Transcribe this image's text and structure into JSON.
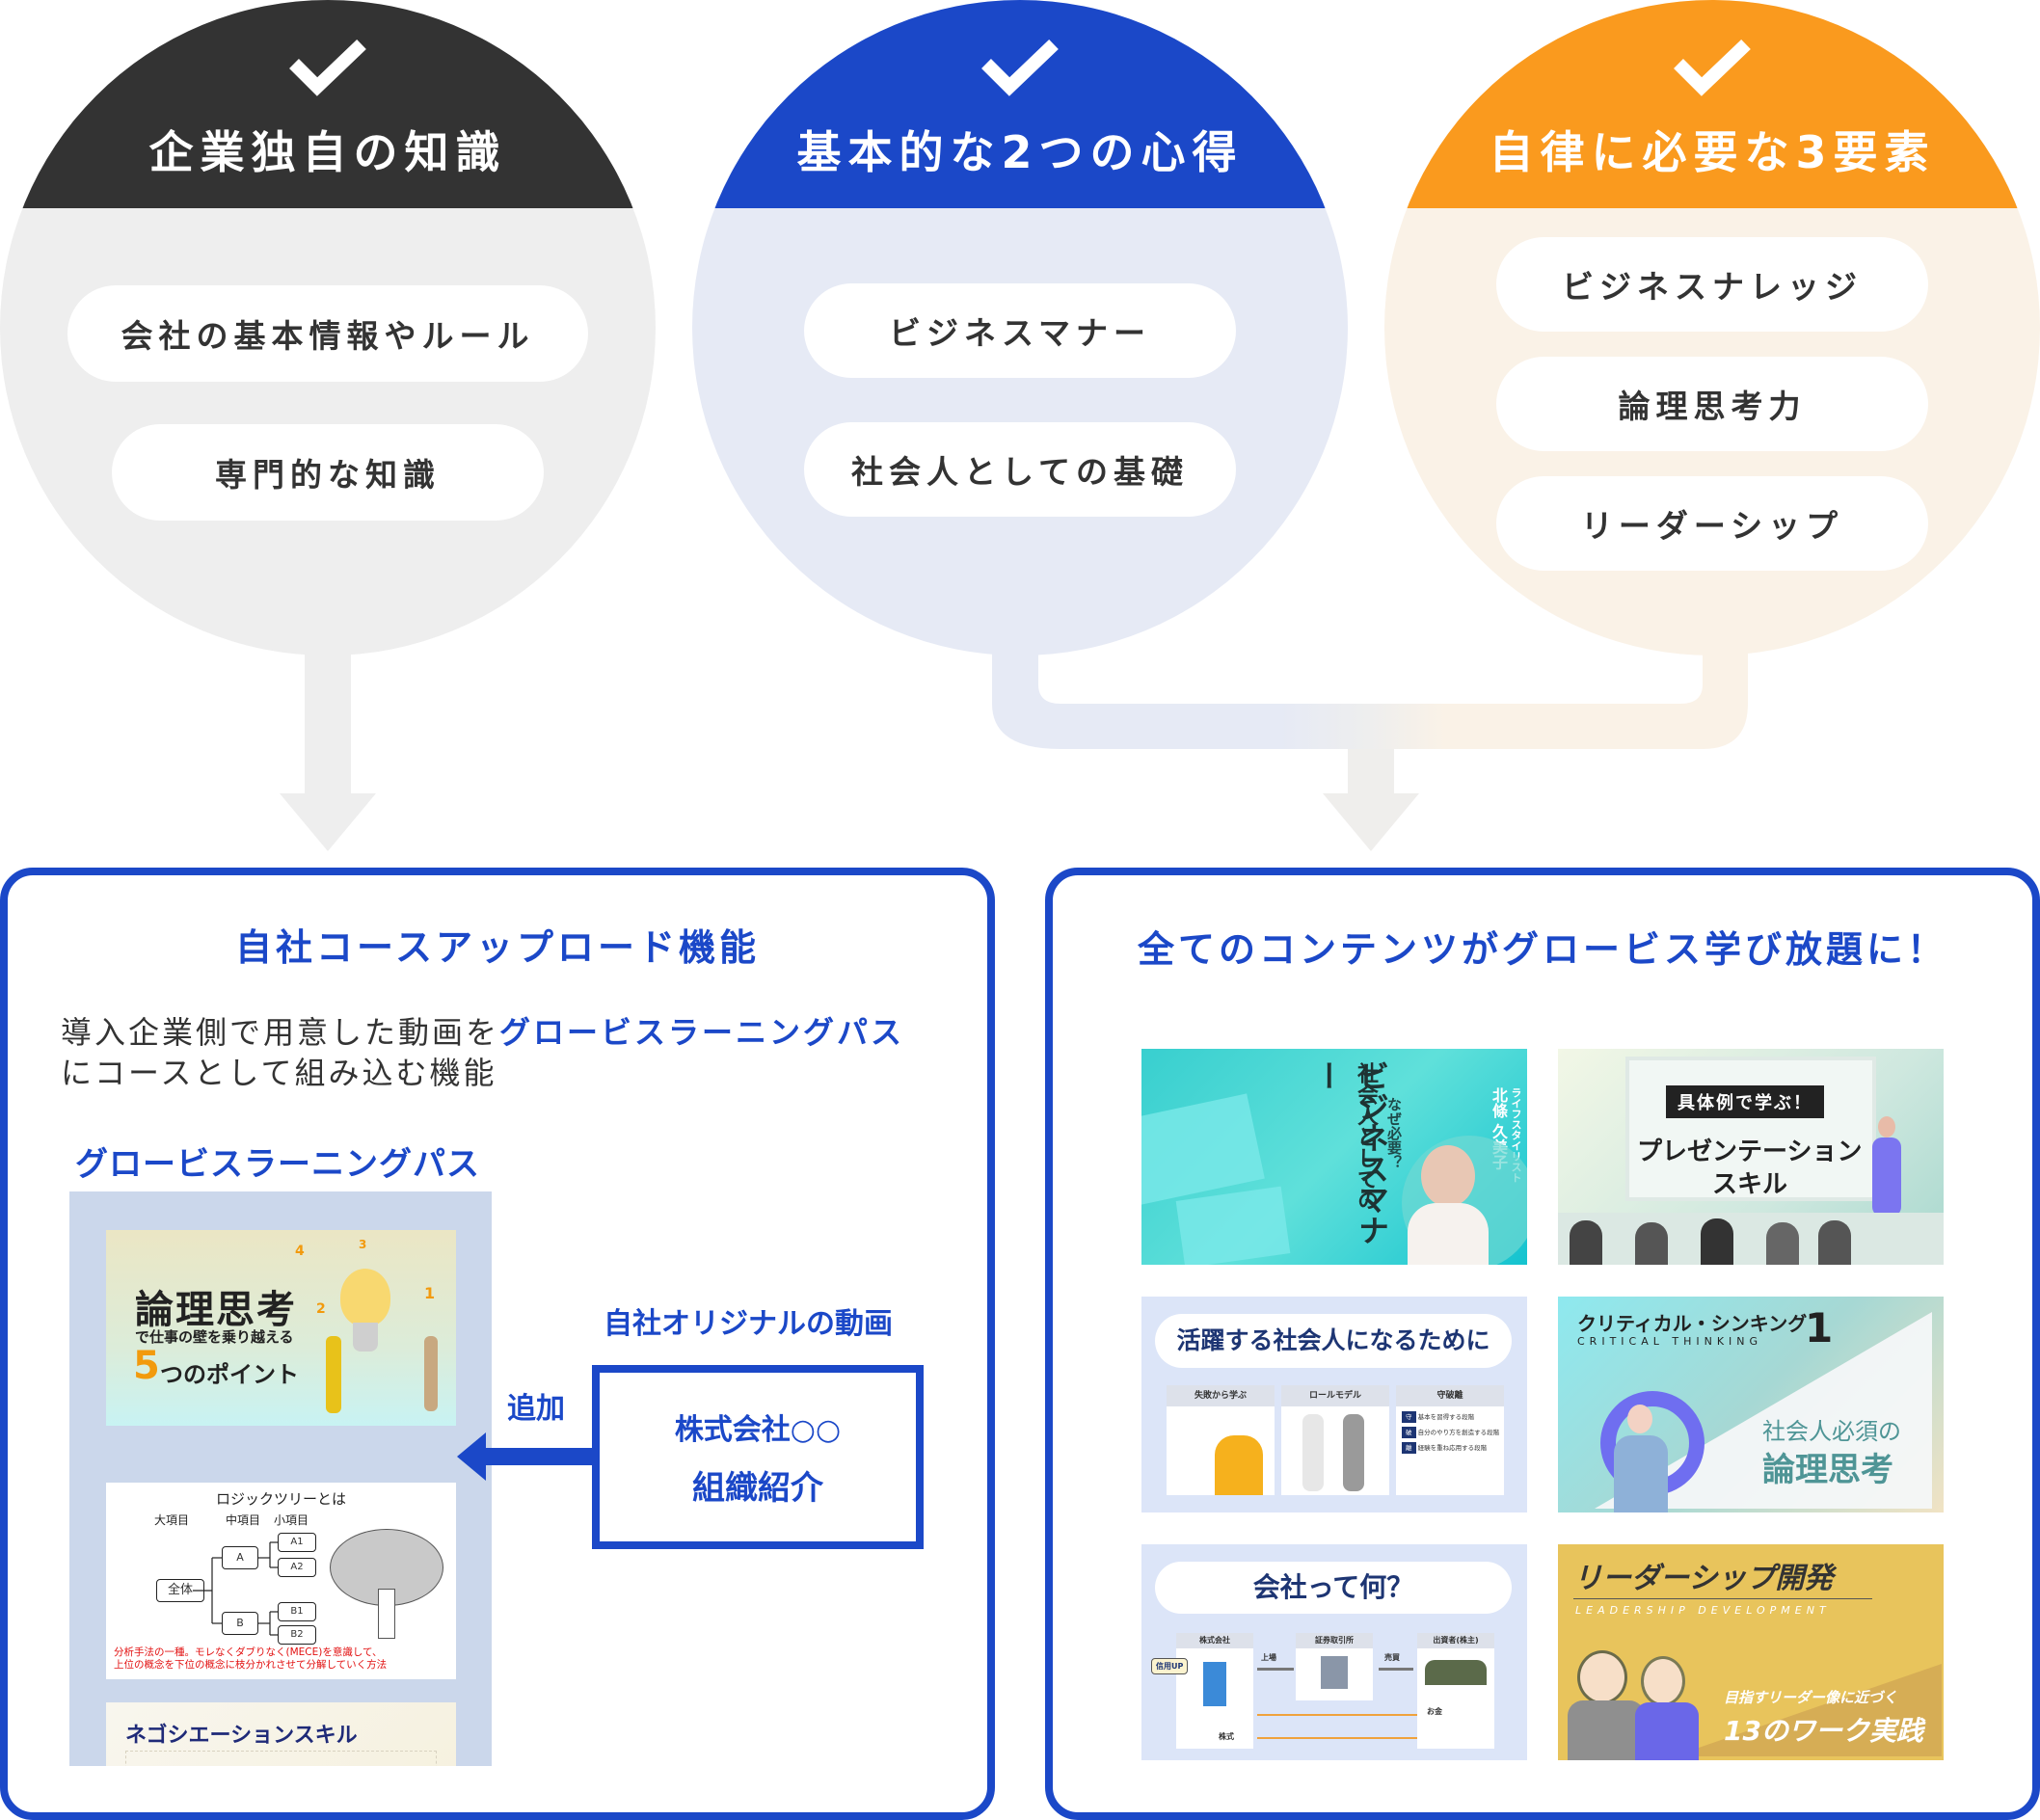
{
  "circles": [
    {
      "title": "企業独自の知識",
      "header_color": "#333333",
      "body_color": "#eeeeee",
      "items": [
        "会社の基本情報やルール",
        "専門的な知識"
      ]
    },
    {
      "title": "基本的な2つの心得",
      "header_color": "#1b48c8",
      "body_color": "#e6eaf5",
      "items": [
        "ビジネスマナー",
        "社会人としての基礎"
      ]
    },
    {
      "title": "自律に必要な3要素",
      "header_color": "#fa9a1e",
      "body_color": "#faf2e7",
      "items": [
        "ビジネスナレッジ",
        "論理思考力",
        "リーダーシップ"
      ]
    }
  ],
  "left_panel": {
    "title": "自社コースアップロード機能",
    "description_part1": "導入企業側で用意した動画を",
    "description_highlight": "グロービスラーニングパス",
    "description_part2": "にコースとして組み込む機能",
    "subheading": "グロービスラーニングパス",
    "thumbnails": [
      {
        "title": "論理思考",
        "subtitle": "で仕事の壁を乗り越える",
        "number": "5",
        "tagline": "つのポイント",
        "badges": [
          "1",
          "2",
          "3",
          "4"
        ]
      },
      {
        "title": "ロジックツリーとは",
        "levels": [
          "大項目",
          "中項目",
          "小項目"
        ],
        "root": "全体",
        "mid": [
          "A",
          "B"
        ],
        "leaves": [
          "A1",
          "A2",
          "B1",
          "B2"
        ],
        "note_line1": "分析手法の一種。モレなくダブりなく(MECE)を意識して、",
        "note_line2": "上位の概念を下位の概念に枝分かれさせて分解していく方法"
      },
      {
        "title": "ネゴシエーションスキル"
      }
    ],
    "add_label": "追加",
    "original_video_label": "自社オリジナルの動画",
    "company_box": {
      "line1": "株式会社○○",
      "line2": "組織紹介"
    }
  },
  "right_panel": {
    "title": "全てのコンテンツがグロービス学び放題に！",
    "thumbnails": [
      {
        "kicker": "なぜ必要？",
        "title_line1": "社会人としての",
        "title_line2": "ビジネスマナー",
        "role": "ライフスタイリスト",
        "name": "北條 久美子"
      },
      {
        "badge": "具体例で学ぶ！",
        "title_line1": "プレゼンテーション",
        "title_line2": "スキル"
      },
      {
        "title": "活躍する社会人になるために",
        "cards": [
          "失敗から学ぶ",
          "ロールモデル",
          "守破離"
        ],
        "steps": [
          {
            "k": "守",
            "t": "基本を習得する段階"
          },
          {
            "k": "破",
            "t": "自分のやり方を創造する段階"
          },
          {
            "k": "離",
            "t": "経験を重ね応用する段階"
          }
        ]
      },
      {
        "title_jp": "クリティカル・シンキング",
        "title_en": "CRITICAL THINKING",
        "number": "1",
        "sub_line1": "社会人必須の",
        "sub_line2": "論理思考"
      },
      {
        "title": "会社って何？",
        "nodes": [
          "株式会社",
          "証券取引所",
          "出資者(株主)"
        ],
        "badge": "信用UP",
        "arrows": [
          "上場",
          "売買"
        ],
        "flows": [
          "お金",
          "株式"
        ]
      },
      {
        "title": "リーダーシップ開発",
        "title_en": "LEADERSHIP DEVELOPMENT",
        "sub_line1": "目指すリーダー像に近づく",
        "sub_line2": "13のワーク実践"
      }
    ]
  },
  "colors": {
    "accent_blue": "#1b48c8",
    "dark": "#333333",
    "orange": "#fa9a1e",
    "connector_gray": "#eeeeee"
  }
}
